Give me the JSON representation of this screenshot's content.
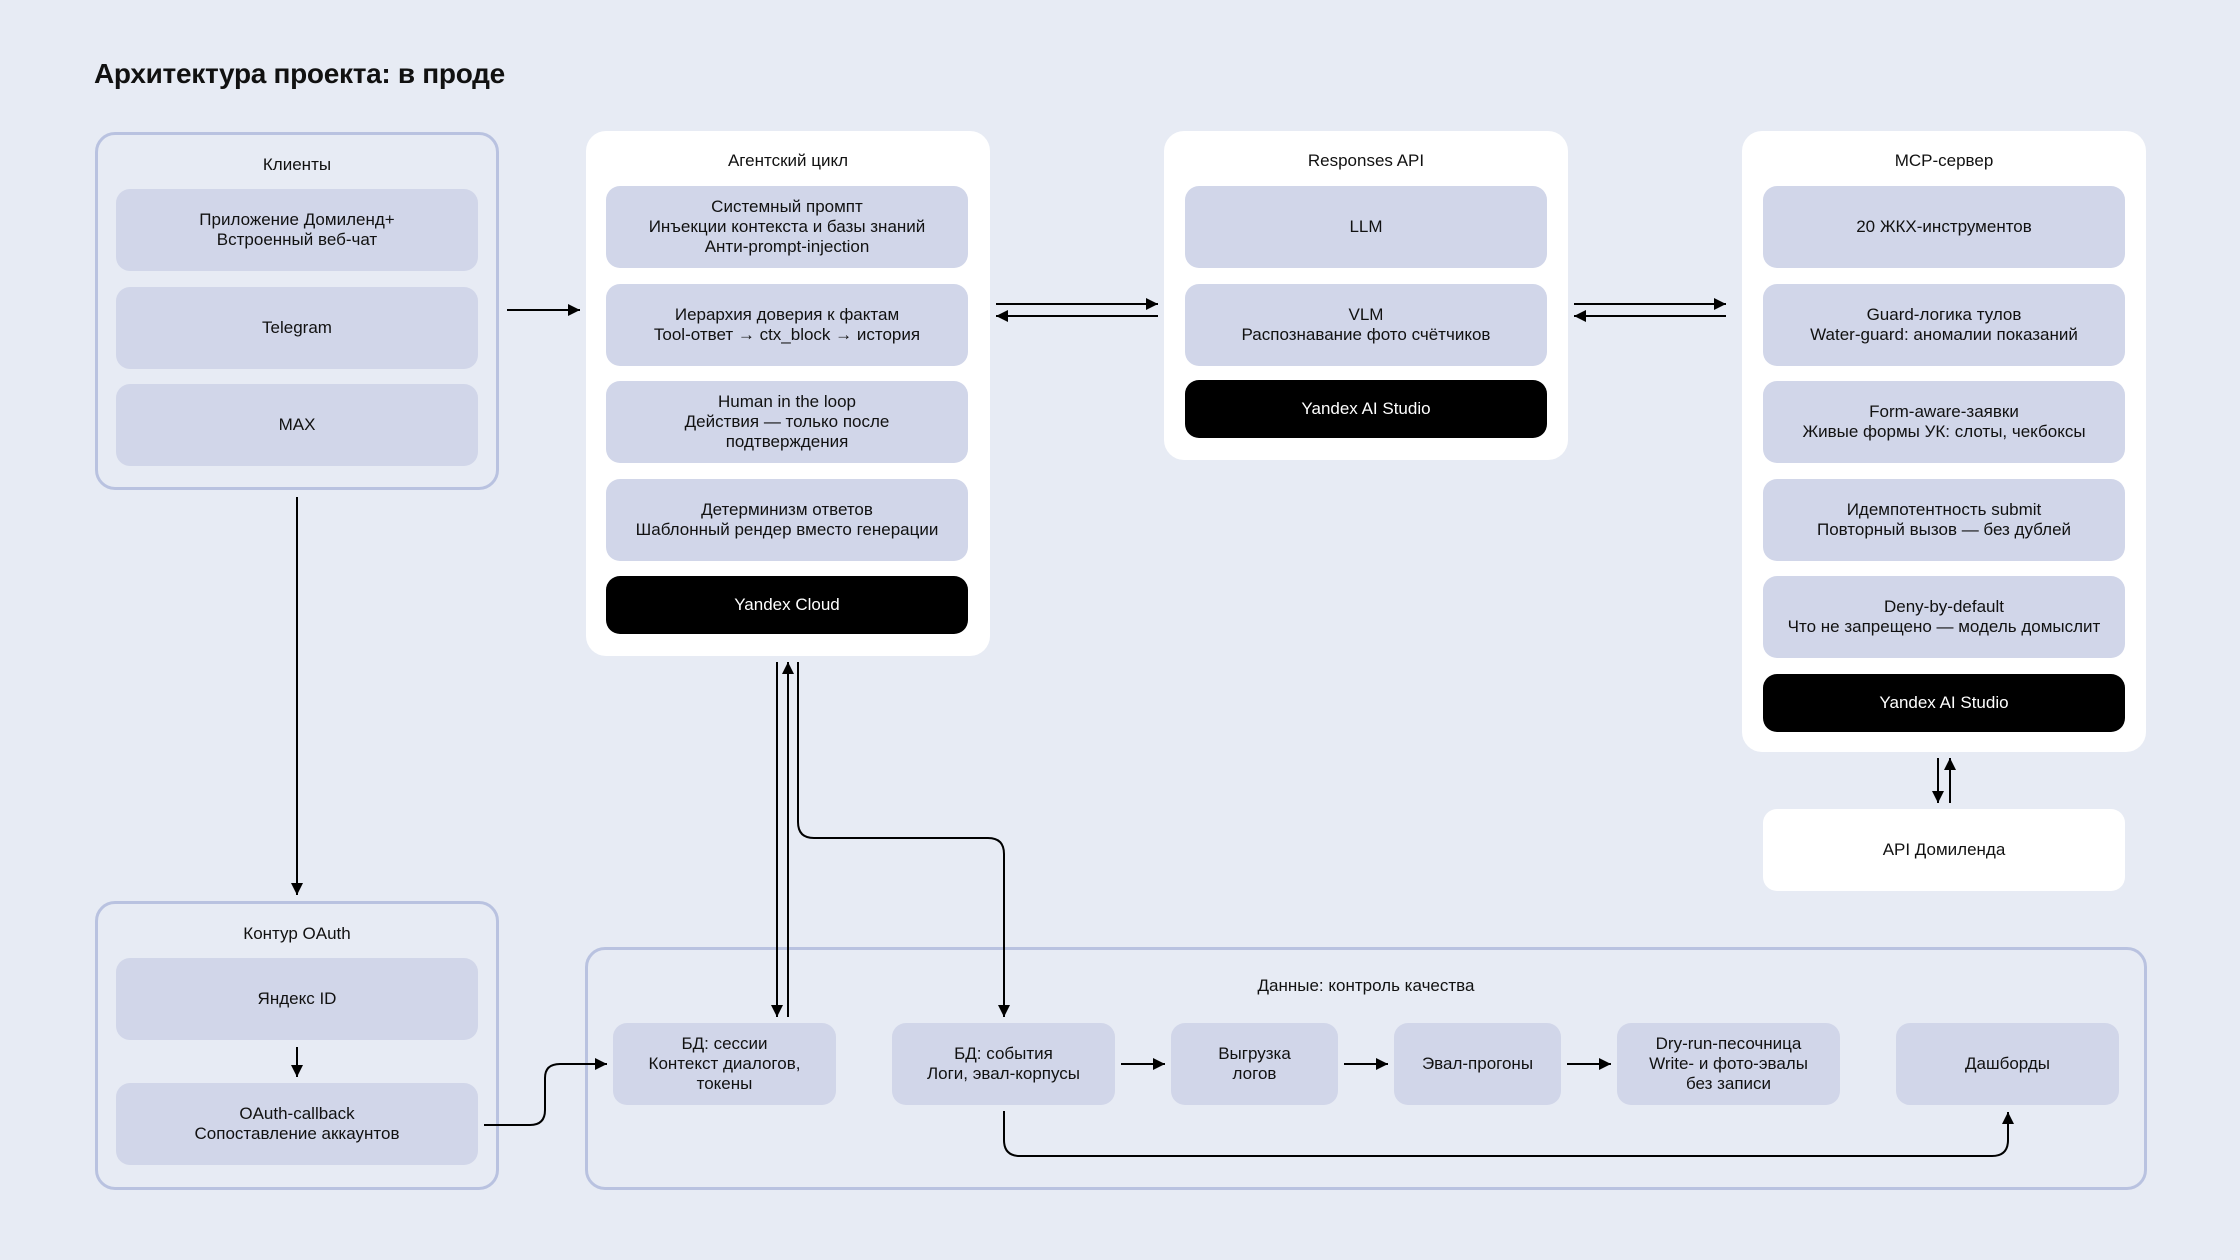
{
  "title": "Архитектура проекта: в проде",
  "clients": {
    "title": "Клиенты",
    "items": [
      [
        "Приложение Домиленд+",
        "Встроенный веб-чат"
      ],
      [
        "Telegram"
      ],
      [
        "MAX"
      ]
    ]
  },
  "agent_loop": {
    "title": "Агентский цикл",
    "items": [
      [
        "Системный промпт",
        "Инъекции контекста и базы знаний",
        "Анти-prompt-injection"
      ],
      [
        "Иерархия доверия к фактам",
        "Tool-ответ → ctx_block → история"
      ],
      [
        "Human in the loop",
        "Действия — только после",
        "подтверждения"
      ],
      [
        "Детерминизм ответов",
        "Шаблонный рендер вместо генерации"
      ]
    ],
    "platform": "Yandex Cloud"
  },
  "responses_api": {
    "title": "Responses API",
    "items": [
      [
        "LLM"
      ],
      [
        "VLM",
        "Распознавание фото счётчиков"
      ]
    ],
    "platform": "Yandex AI Studio"
  },
  "mcp_server": {
    "title": "MCP-сервер",
    "items": [
      [
        "20 ЖКХ-инструментов"
      ],
      [
        "Guard-логика тулов",
        "Water-guard: аномалии показаний"
      ],
      [
        "Form-aware-заявки",
        "Живые формы УК: слоты, чекбоксы"
      ],
      [
        "Идемпотентность submit",
        "Повторный вызов — без дублей"
      ],
      [
        "Deny-by-default",
        "Что не запрещено — модель домыслит"
      ]
    ],
    "platform": "Yandex AI Studio"
  },
  "domilend_api": "API Домиленда",
  "oauth": {
    "title": "Контур OAuth",
    "items": [
      [
        "Яндекс ID"
      ],
      [
        "OAuth-callback",
        "Сопоставление аккаунтов"
      ]
    ]
  },
  "data": {
    "title": "Данные: контроль качества",
    "items": [
      [
        "БД: сессии",
        "Контекст диалогов,",
        "токены"
      ],
      [
        "БД: события",
        "Логи, эвал-корпусы"
      ],
      [
        "Выгрузка",
        "логов"
      ],
      [
        "Эвал-прогоны"
      ],
      [
        "Dry-run-песочница",
        "Write- и фото-эвалы",
        "без записи"
      ],
      [
        "Дашборды"
      ]
    ]
  }
}
